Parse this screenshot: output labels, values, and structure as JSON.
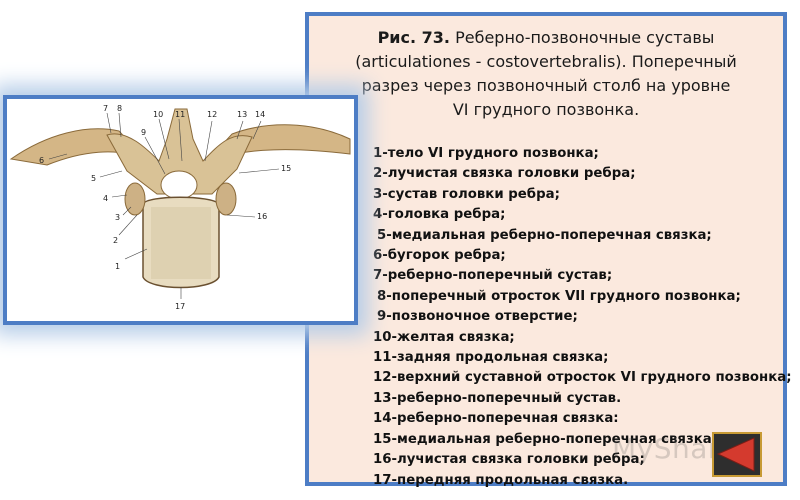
{
  "slide": {
    "title_fig": "Рис. 73.",
    "title_line1": "Реберно-позвоночные суставы",
    "title_line2": "(articulationes - costovertebralis). Поперечный",
    "title_line3": "разрез через позвоночный столб на уровне",
    "title_line4": "VI грудного позвонка",
    "title_dot": ".",
    "legend": [
      "1-тело VI грудного позвонка;",
      "2-лучистая связка головки ребра;",
      "3-сустав головки ребра;",
      "4-головка ребра;",
      " 5-медиальная реберно-поперечная связка;",
      "6-бугорок ребра;",
      "7-реберно-поперечный сустав;",
      " 8-поперечный отросток VII грудного позвонка;",
      " 9-позвоночное отверстие;",
      "10-желтая связка;",
      "11-задняя продольная связка;",
      "12-верхний суставной отросток VI грудного позвонка;",
      "13-реберно-поперечный сустав.",
      "14-реберно-поперечная связка:",
      "15-медиальная реберно-поперечная связка;",
      "16-лучистая связка головки ребра;",
      "17-передняя продольная связка."
    ],
    "watermark": "MyShared"
  },
  "figure": {
    "labels": [
      "1",
      "2",
      "3",
      "4",
      "5",
      "6",
      "7",
      "8",
      "9",
      "10",
      "11",
      "12",
      "13",
      "14",
      "15",
      "16",
      "17"
    ]
  },
  "colors": {
    "border": "#4d7dc5",
    "card_bg": "#fbe9de",
    "bone": "#d9c296",
    "button_bg": "#2e2e2e",
    "button_border": "#c79a34",
    "arrow": "#d43a2e"
  },
  "icons": {
    "back": "left-arrow-icon"
  }
}
